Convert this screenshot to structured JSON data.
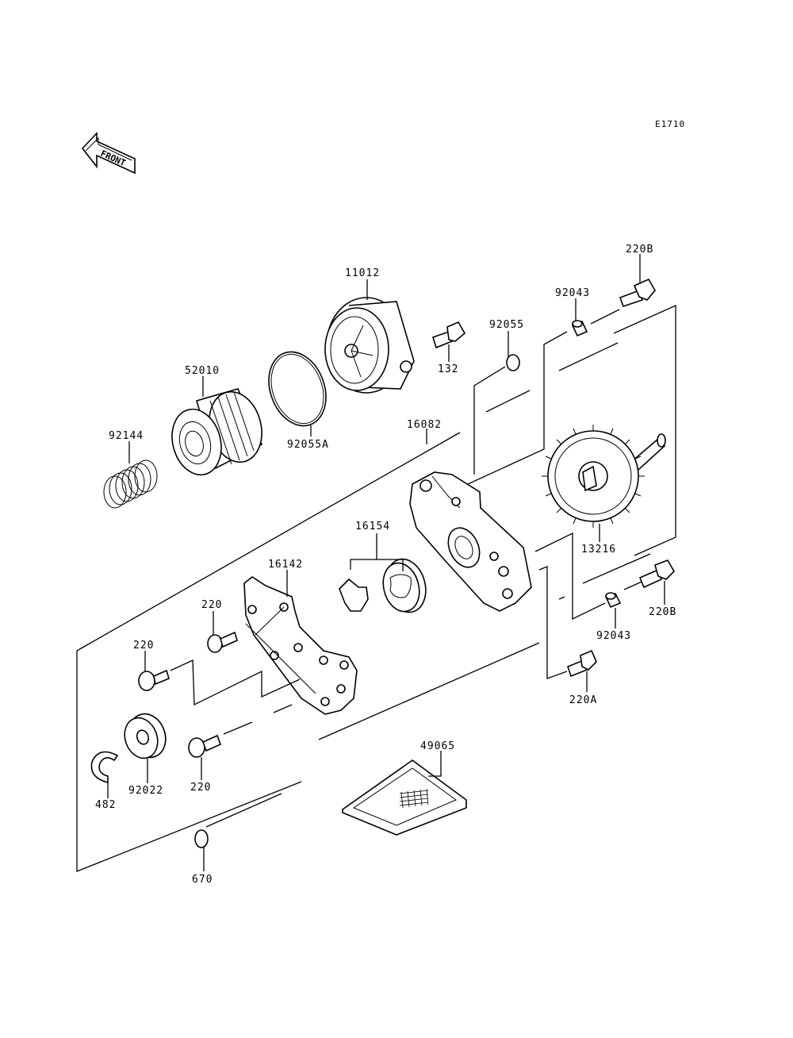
{
  "diagram_code": "E1710",
  "front_label": "FRONT",
  "labels": {
    "p11012": "11012",
    "p220B_top": "220B",
    "p92043_top": "92043",
    "p92055": "92055",
    "p132": "132",
    "p52010": "52010",
    "p92055A": "92055A",
    "p92144": "92144",
    "p16082": "16082",
    "p13216": "13216",
    "p16154": "16154",
    "p16142": "16142",
    "p220_a": "220",
    "p220_b": "220",
    "p220B_bottom": "220B",
    "p92043_bottom": "92043",
    "p220A": "220A",
    "p49065": "49065",
    "p482": "482",
    "p92022": "92022",
    "p220_c": "220",
    "p670": "670"
  }
}
